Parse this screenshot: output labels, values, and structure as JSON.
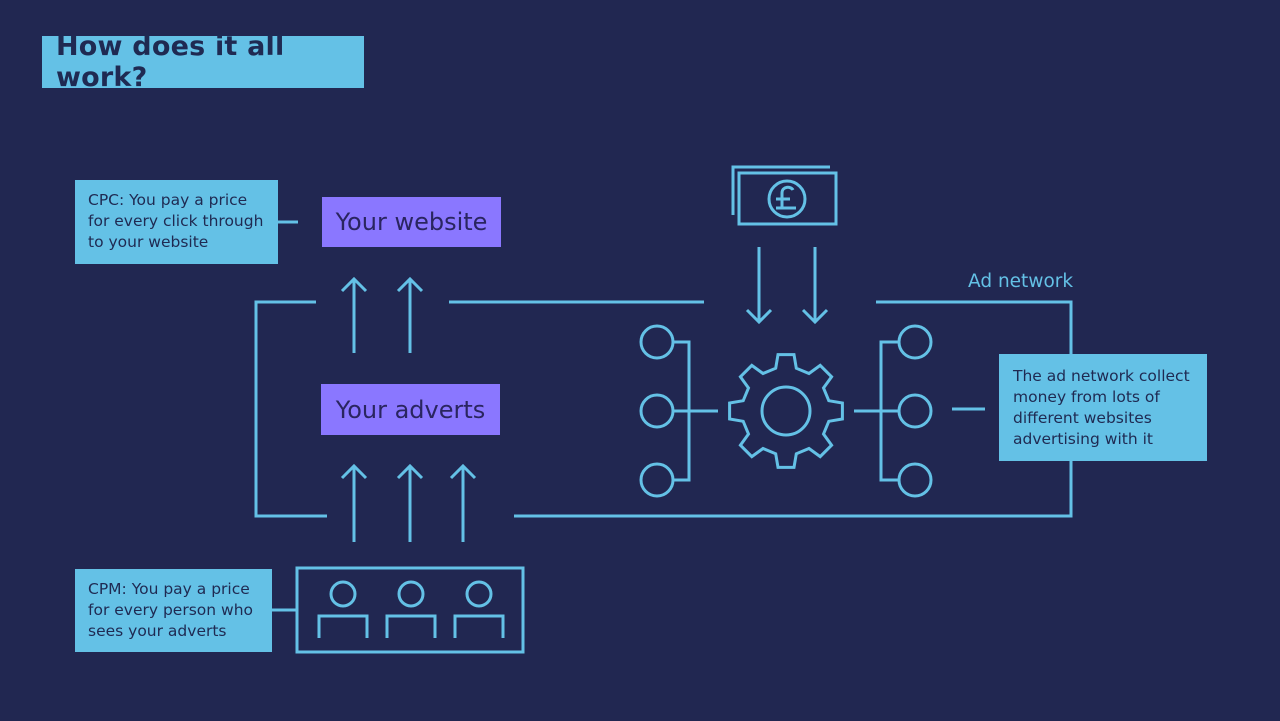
{
  "title": "How does it all work?",
  "nodes": {
    "website": "Your website",
    "adverts": "Your adverts",
    "ad_network": "Ad network"
  },
  "notes": {
    "cpc": [
      "CPC: You pay a price",
      "for every click through",
      "to your website"
    ],
    "cpm": [
      "CPM: You pay a price",
      "for every person who",
      "sees your adverts"
    ],
    "network": [
      "The ad network collect",
      "money from lots of",
      "different websites",
      "advertising with it"
    ]
  },
  "icons": {
    "money": "pound-banknote-icon",
    "engine": "gear-icon",
    "audience": "people-icon"
  },
  "colors": {
    "background": "#212751",
    "line": "#64c1e6",
    "note_fill": "#64c1e6",
    "label_fill": "#8a77ff",
    "text_dark": "#1f2a52"
  }
}
